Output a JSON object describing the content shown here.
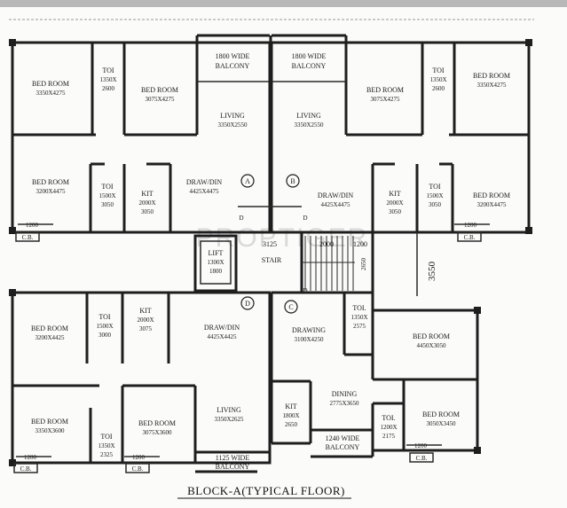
{
  "watermark": "PROPTIGER",
  "title": "BLOCK-A(TYPICAL FLOOR)",
  "flat_markers": [
    "A",
    "B",
    "C",
    "D"
  ],
  "stair": {
    "label": "STAIR",
    "dim_3125": "3125",
    "dim_2000": "2000",
    "dim_1200": "1200",
    "dim_2650": "2650",
    "dim_3550": "3550"
  },
  "lift": {
    "name": "LIFT",
    "size_a": "1300X",
    "size_b": "1800"
  },
  "doors": [
    "D",
    "D",
    "D"
  ],
  "rooms": {
    "a_bed1": {
      "name": "BED ROOM",
      "size": "3350X4275"
    },
    "a_toi1": {
      "name": "TOI",
      "size_a": "1350X",
      "size_b": "2600"
    },
    "a_bed2": {
      "name": "BED ROOM",
      "size": "3075X4275"
    },
    "a_balcony": {
      "name_a": "1800 WIDE",
      "name_b": "BALCONY"
    },
    "a_living": {
      "name": "LIVING",
      "size": "3350X2550"
    },
    "a_bed3": {
      "name": "BED ROOM",
      "size": "3200X4475"
    },
    "a_toi2": {
      "name": "TOI",
      "size_a": "1500X",
      "size_b": "3050"
    },
    "a_kit": {
      "name": "KIT",
      "size_a": "2000X",
      "size_b": "3050"
    },
    "a_draw": {
      "name": "DRAW/DIN",
      "size": "4425X4475"
    },
    "a_cb": "C.B.",
    "a_1200": "1200",
    "b_balcony": {
      "name_a": "1800 WIDE",
      "name_b": "BALCONY"
    },
    "b_living": {
      "name": "LIVING",
      "size": "3350X2550"
    },
    "b_bed1": {
      "name": "BED ROOM",
      "size": "3075X4275"
    },
    "b_toi1": {
      "name": "TOI",
      "size_a": "1350X",
      "size_b": "2600"
    },
    "b_bed2": {
      "name": "BED ROOM",
      "size": "3350X4275"
    },
    "b_draw": {
      "name": "DRAW/DIN",
      "size": "4425X4475"
    },
    "b_kit": {
      "name": "KIT",
      "size_a": "2000X",
      "size_b": "3050"
    },
    "b_toi2": {
      "name": "TOI",
      "size_a": "1500X",
      "size_b": "3050"
    },
    "b_bed3": {
      "name": "BED ROOM",
      "size": "3200X4475"
    },
    "b_cb": "C.B.",
    "b_1200": "1200",
    "d_bed1": {
      "name": "BED ROOM",
      "size": "3200X4425"
    },
    "d_toi1": {
      "name": "TOI",
      "size_a": "1500X",
      "size_b": "3000"
    },
    "d_kit": {
      "name": "KIT",
      "size_a": "2000X",
      "size_b": "3075"
    },
    "d_draw": {
      "name": "DRAW/DIN",
      "size": "4425X4425"
    },
    "d_bed2": {
      "name": "BED ROOM",
      "size": "3350X3600"
    },
    "d_toi2": {
      "name": "TOI",
      "size_a": "1350X",
      "size_b": "2325"
    },
    "d_bed3": {
      "name": "BED ROOM",
      "size": "3075X3600"
    },
    "d_living": {
      "name": "LIVING",
      "size": "3350X2625"
    },
    "d_balcony": {
      "name_a": "1125 WIDE",
      "name_b": "BALCONY"
    },
    "d_cb1": "C.B.",
    "d_cb2": "C.B.",
    "d_1200a": "1200",
    "d_1200b": "1200",
    "c_drawing": {
      "name": "DRAWING",
      "size": "3100X4250"
    },
    "c_toi1": {
      "name": "TOI.",
      "size_a": "1350X",
      "size_b": "2575"
    },
    "c_bed1": {
      "name": "BED ROOM",
      "size": "4450X3050"
    },
    "c_dining": {
      "name": "DINING",
      "size": "2775X3650"
    },
    "c_kit": {
      "name": "KIT",
      "size_a": "1800X",
      "size_b": "2650"
    },
    "c_balcony": {
      "name_a": "1240 WIDE",
      "name_b": "BALCONY"
    },
    "c_toi2": {
      "name": "TOI.",
      "size_a": "1200X",
      "size_b": "2175"
    },
    "c_bed2": {
      "name": "BED ROOM",
      "size": "3050X3450"
    },
    "c_cb": "C.B.",
    "c_1200": "1200"
  }
}
